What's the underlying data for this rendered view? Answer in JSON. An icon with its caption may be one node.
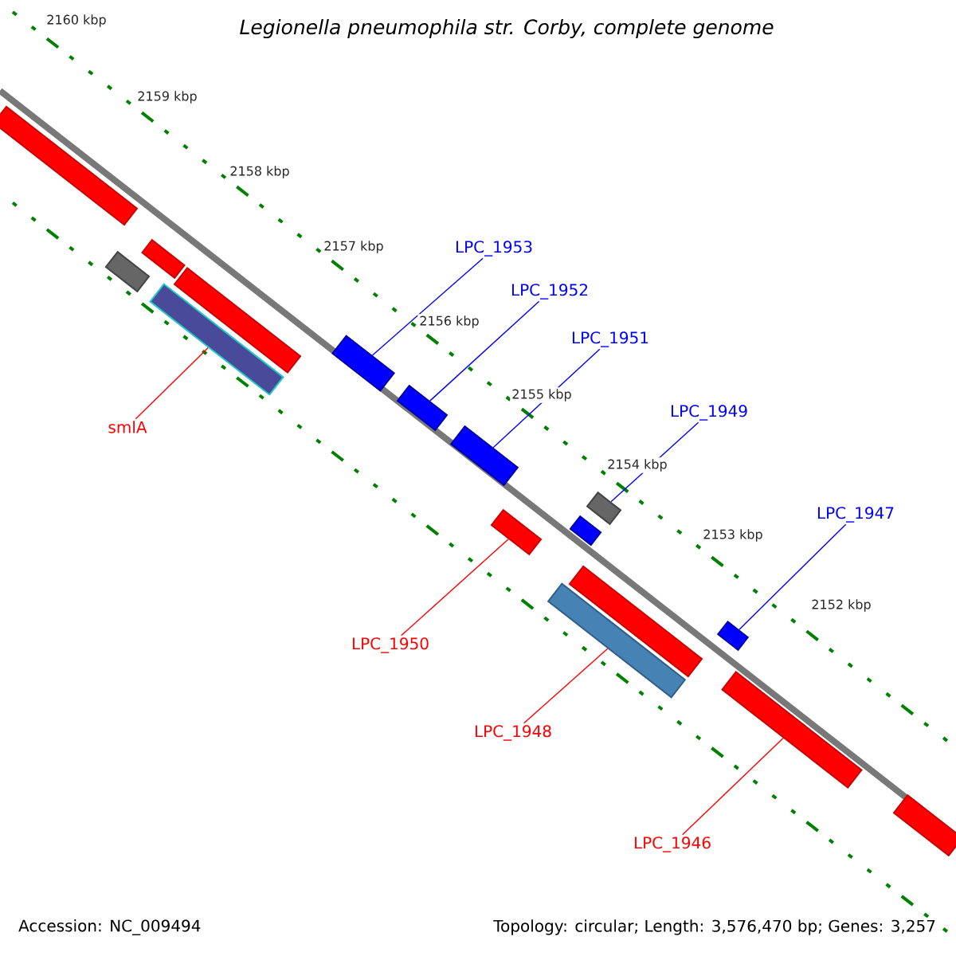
{
  "diagram": {
    "title": "Legionella pneumophila str. Corby, complete genome",
    "nodes": [
      {
        "text": [
          "LPC_1953"
        ]
      },
      {
        "text": [
          "LPC_1952"
        ]
      },
      {
        "text": [
          "LPC_1951"
        ]
      },
      {
        "text": [
          "LPC_1949"
        ]
      },
      {
        "text": [
          "LPC_1947"
        ]
      },
      {
        "text": [
          "smlA"
        ]
      },
      {
        "text": [
          "LPC_1950"
        ]
      },
      {
        "text": [
          "LPC_1948"
        ]
      },
      {
        "text": [
          "LPC_1946"
        ]
      },
      {
        "text": [],
        "shape": "bar"
      },
      {
        "text": [],
        "shape": "bar"
      },
      {
        "text": [],
        "shape": "bar"
      },
      {
        "text": [],
        "shape": "bar"
      },
      {
        "text": [],
        "shape": "bar"
      },
      {
        "text": [],
        "shape": "bar"
      },
      {
        "text": [],
        "shape": "bar"
      },
      {
        "text": [],
        "shape": "bar"
      },
      {
        "text": [],
        "shape": "bar"
      },
      {
        "text": [],
        "shape": "bar"
      },
      {
        "text": [],
        "shape": "bar"
      },
      {
        "text": [],
        "shape": "bar"
      },
      {
        "text": [],
        "shape": "bar"
      },
      {
        "text": [],
        "shape": "bar"
      },
      {
        "text": [],
        "shape": "bar"
      },
      {
        "text": [],
        "shape": "bar"
      }
    ],
    "edges": [
      {
        "from": 0,
        "to": 14,
        "arrow": "none"
      },
      {
        "from": 1,
        "to": 15,
        "arrow": "none"
      },
      {
        "from": 2,
        "to": 16,
        "arrow": "none"
      },
      {
        "from": 3,
        "to": 19,
        "arrow": "none"
      },
      {
        "from": 4,
        "to": 22,
        "arrow": "none"
      },
      {
        "from": 5,
        "to": 12,
        "arrow": "none",
        "color": "#ff0000"
      },
      {
        "from": 6,
        "to": 17,
        "arrow": "none",
        "color": "#ff0000"
      },
      {
        "from": 7,
        "to": 20,
        "arrow": "none",
        "color": "#ff0000"
      },
      {
        "from": 8,
        "to": 23,
        "arrow": "none",
        "color": "#ff0000"
      }
    ],
    "labels": [
      "2160 kbp",
      "2159 kbp",
      "2158 kbp",
      "2157 kbp",
      "2156 kbp",
      "2155 kbp",
      "2154 kbp",
      "2153 kbp",
      "2152 kbp",
      "Accession: NC_009494",
      "Topology: circular; Length: 3,576,470 bp; Genes: 3,257"
    ]
  }
}
